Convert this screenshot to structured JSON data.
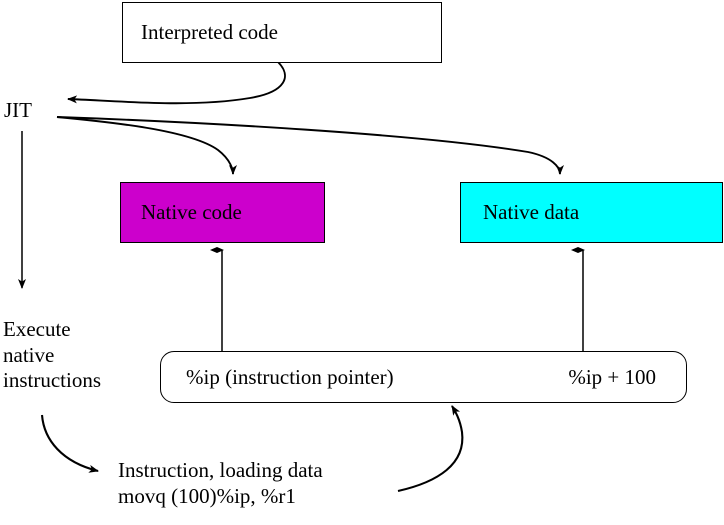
{
  "diagram": {
    "title": "JIT native code and data diagram",
    "background_color": "#ffffff",
    "line_color": "#000000",
    "boxes": [
      {
        "id": "interpreted-code",
        "label": "Interpreted code",
        "fill": "#ffffff",
        "shape": "rectangle"
      },
      {
        "id": "native-code",
        "label": "Native code",
        "fill": "#CC00CC",
        "shape": "rectangle"
      },
      {
        "id": "native-data",
        "label": "Native data",
        "fill": "#00FFFF",
        "shape": "rectangle"
      },
      {
        "id": "instruction-pointer",
        "label_left": "%ip (instruction pointer)",
        "label_right": "%ip + 100",
        "fill": "#ffffff",
        "shape": "rounded-rectangle"
      }
    ],
    "labels": {
      "jit": "JIT",
      "execute_native_instructions": "Execute\nnative\ninstructions",
      "instruction_loading": "Instruction, loading data\nmovq (100)%ip, %r1"
    }
  }
}
